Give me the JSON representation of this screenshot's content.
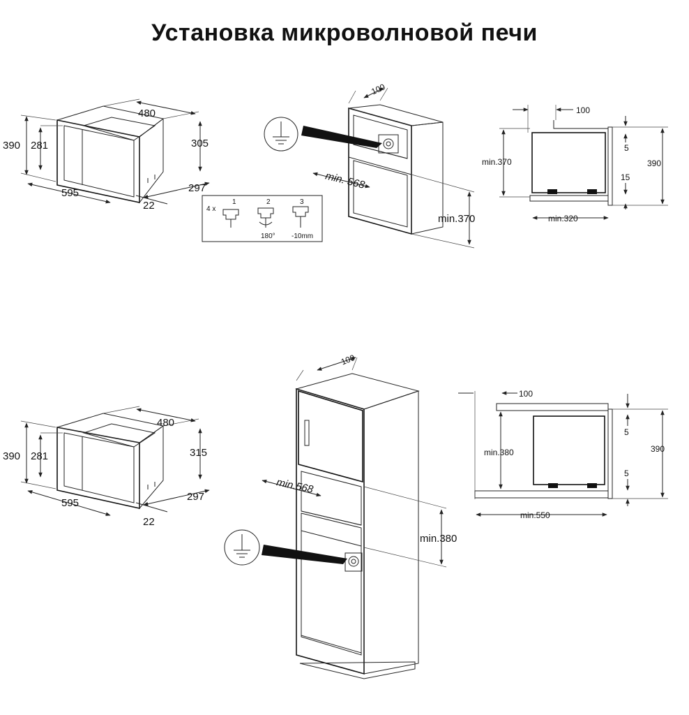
{
  "title": "Установка  микроволновой  печи",
  "top_row": {
    "oven": {
      "width": "480",
      "height_outer": "390",
      "height_inner": "281",
      "depth": "305",
      "front_width": "595",
      "side_depth": "297",
      "offset": "22"
    },
    "cabinet": {
      "top_gap": "100",
      "min_width": "min. 568",
      "min_height": "min.370"
    },
    "steps": {
      "count": "4 x",
      "step1": "1",
      "step2": "2",
      "step3": "3",
      "rotation": "180°",
      "lower": "-10mm"
    },
    "side": {
      "top_gap": "100",
      "min_height": "min.370",
      "total": "390",
      "gap_top": "5",
      "gap_bottom": "15",
      "min_depth": "min.320"
    }
  },
  "bottom_row": {
    "oven": {
      "width": "480",
      "height_outer": "390",
      "height_inner": "281",
      "depth": "315",
      "front_width": "595",
      "side_depth": "297",
      "offset": "22"
    },
    "cabinet": {
      "top_gap": "100",
      "min_width": "min.568",
      "min_height": "min.380"
    },
    "side": {
      "top_gap": "100",
      "min_height": "min.380",
      "total": "390",
      "gap_top": "5",
      "gap_bottom": "5",
      "min_depth": "min.550"
    }
  }
}
